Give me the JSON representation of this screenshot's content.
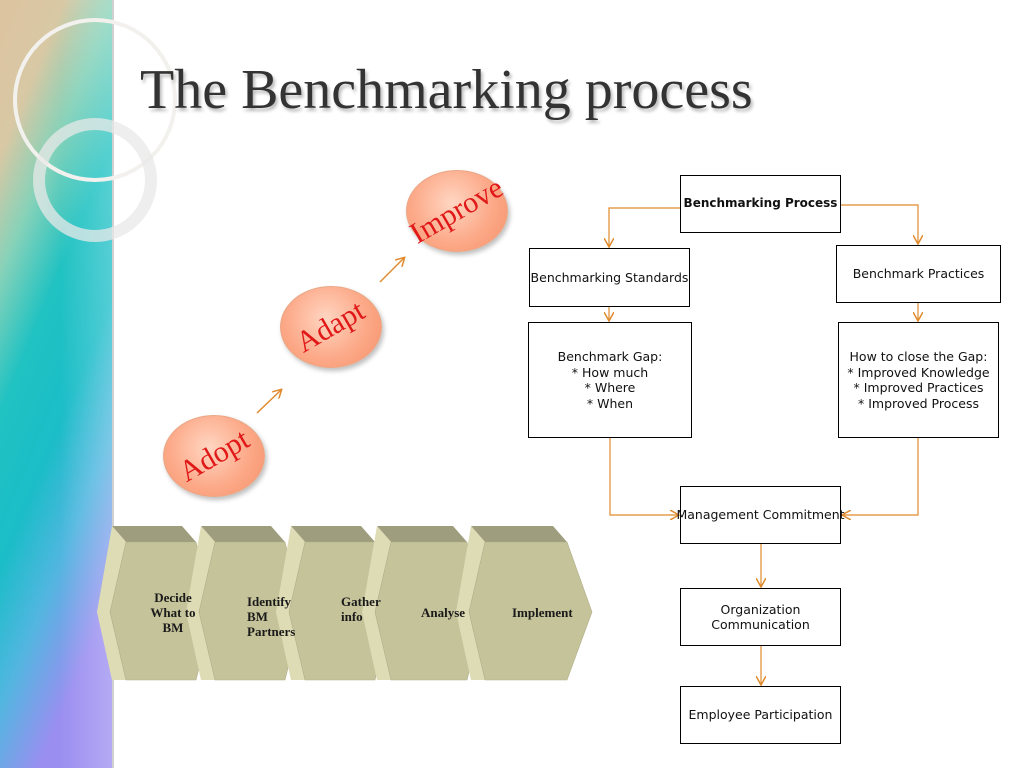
{
  "title": "The Benchmarking process",
  "circles": [
    {
      "label": "Adopt"
    },
    {
      "label": "Adapt"
    },
    {
      "label": "Improve"
    }
  ],
  "chevrons": [
    {
      "label": "Decide\nWhat to\nBM"
    },
    {
      "label": "Identify\nBM\nPartners"
    },
    {
      "label": "Gather\ninfo"
    },
    {
      "label": "Analyse"
    },
    {
      "label": "Implement"
    }
  ],
  "flowchart": {
    "process": "Benchmarking Process",
    "standards": "Benchmarking Standards",
    "practices": "Benchmark Practices",
    "gap": "Benchmark Gap:\n* How much\n* Where\n* When",
    "close_gap": "How to close the Gap:\n* Improved Knowledge\n* Improved Practices\n* Improved Process",
    "management": "Management Commitment",
    "organization": "Organization\nCommunication",
    "employee": "Employee Participation"
  },
  "colors": {
    "arrow": "#e08a2c",
    "circle_text": "#e01818",
    "chevron_face": "#c5c39a"
  }
}
